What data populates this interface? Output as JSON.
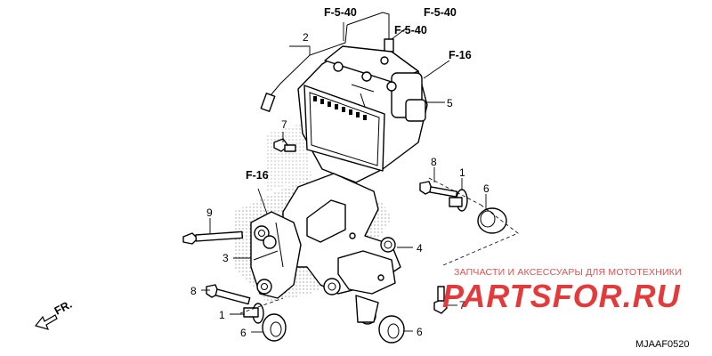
{
  "labels": {
    "ref_f540_a": "F-5-40",
    "ref_f540_b": "F-5-40",
    "ref_f540_c": "F-5-40",
    "ref_f16_top": "F-16",
    "ref_f16_left": "F-16",
    "p2": "2",
    "p5": "5",
    "p7_top": "7",
    "p8_top": "8",
    "p1_top": "1",
    "p6_top": "6",
    "p9": "9",
    "p3": "3",
    "p4": "4",
    "p8_bottom": "8",
    "p1_bottom": "1",
    "p6_bottom_left": "6",
    "p6_bottom_right": "6",
    "p7_bottom": "7",
    "fr": "FR."
  },
  "watermark": {
    "text": "ЗАПЧАСТИ И АКСЕССУАРЫ ДЛЯ МОТОТЕХНИКИ",
    "logo": "PARTSFOR.RU",
    "color": "#e33b3b"
  },
  "diagram_code": "MJAAF0520"
}
